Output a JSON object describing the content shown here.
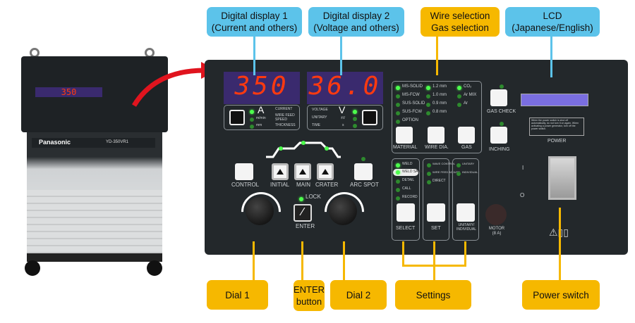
{
  "machine": {
    "brand": "Panasonic",
    "model": "YD-350VR1",
    "display1": "350",
    "display2": "36.0"
  },
  "callouts": {
    "display1": "Digital display 1\n(Current and others)",
    "display1_l1": "Digital display 1",
    "display1_l2": "(Current and others)",
    "display2_l1": "Digital display 2",
    "display2_l2": "(Voltage and others)",
    "wire_l1": "Wire selection",
    "wire_l2": "Gas selection",
    "lcd_l1": "LCD",
    "lcd_l2": "(Japanese/English)",
    "dial1": "Dial 1",
    "enter_l1": "ENTER",
    "enter_l2": "button",
    "dial2": "Dial 2",
    "settings": "Settings",
    "power": "Power switch"
  },
  "panel": {
    "display1": "350",
    "display2": "36.0",
    "unit_a": "A",
    "unit_v": "V",
    "left_modes": [
      "CURRENT",
      "WIRE FEED SPEED",
      "THICKNESS"
    ],
    "left_units": [
      "",
      "m/min",
      "mm"
    ],
    "right_modes": [
      "VOLTAGE",
      "UNITARY",
      "TIME"
    ],
    "right_units": [
      "",
      "±V",
      "s"
    ],
    "buttons": {
      "control": "CONTROL",
      "initial": "INITIAL",
      "main": "MAIN",
      "crater": "CRATER",
      "arc_spot": "ARC SPOT",
      "enter": "ENTER",
      "lock": "LOCK",
      "material": "MATERIAL",
      "wire_dia": "WIRE DIA.",
      "gas": "GAS",
      "gas_check": "GAS CHECK",
      "inching": "INCHING",
      "select": "SELECT",
      "set": "SET",
      "unitary": "UNITARY/ INDIVIDUAL",
      "power": "POWER",
      "motor": "MOTOR (8 A)"
    },
    "materials": [
      "MS-SOLID",
      "MS-FCW",
      "SUS-SOLID",
      "SUS-FCW",
      "OPTION"
    ],
    "wire_dias": [
      "1.2 mm",
      "1.0 mm",
      "0.9 mm",
      "0.8 mm"
    ],
    "gases": [
      "CO₂",
      "Ar MIX",
      "Ar"
    ],
    "select_items": [
      "WELD",
      "WELD SAVE",
      "DETAIL",
      "CALL",
      "RECORD"
    ],
    "set_items": [
      "WAVE CONTROL",
      "WIRE FEED ADJUST",
      "DIRECT"
    ],
    "unitary_items": [
      "UNITARY",
      "INDIVIDUAL"
    ],
    "switch_on": "I",
    "switch_off": "O",
    "warning": "When the power switch is shut off automatically, do not turn it on again. When activating a power generator, turn off the power switch."
  },
  "colors": {
    "callout_blue": "#5cc3ea",
    "callout_yellow": "#f6b800",
    "panel": "#23282b",
    "led_green": "#4dff4d",
    "segment_red": "#ff3a10",
    "arrow_red": "#e0141e"
  }
}
